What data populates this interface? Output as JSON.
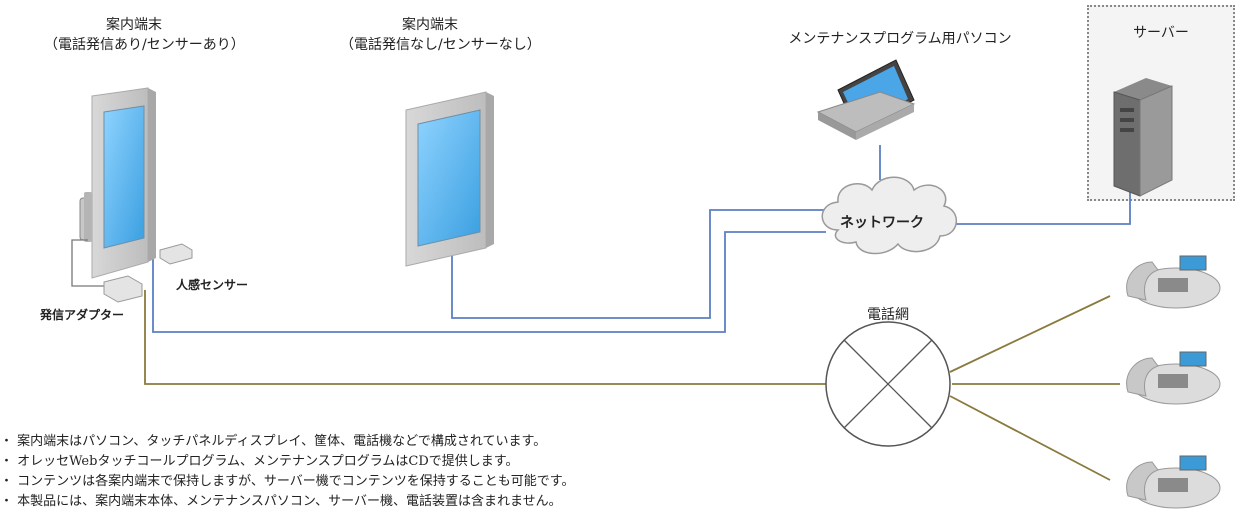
{
  "kiosk1": {
    "title": "案内端末",
    "subtitle": "（電話発信あり/センサーあり）"
  },
  "kiosk2": {
    "title": "案内端末",
    "subtitle": "（電話発信なし/センサーなし）"
  },
  "pc_label": "メンテナンスプログラム用パソコン",
  "server_label": "サーバー",
  "network_label": "ネットワーク",
  "phone_network_label": "電話網",
  "sensor_label": "人感センサー",
  "adapter_label": "発信アダプター",
  "notes": [
    "・ 案内端末はパソコン、タッチパネルディスプレイ、筐体、電話機などで構成されています。",
    "・ オレッセWebタッチコールプログラム、メンテナンスプログラムはCDで提供します。",
    "・ コンテンツは各案内端末で保持しますが、サーバー機でコンテンツを保持することも可能です。",
    "・ 本製品には、案内端末本体、メンテナンスパソコン、サーバー機、電話装置は含まれません。"
  ],
  "colors": {
    "network_line": "#5b7fc4",
    "phone_line": "#8b7a3e",
    "screen": "#5bb6ee"
  }
}
